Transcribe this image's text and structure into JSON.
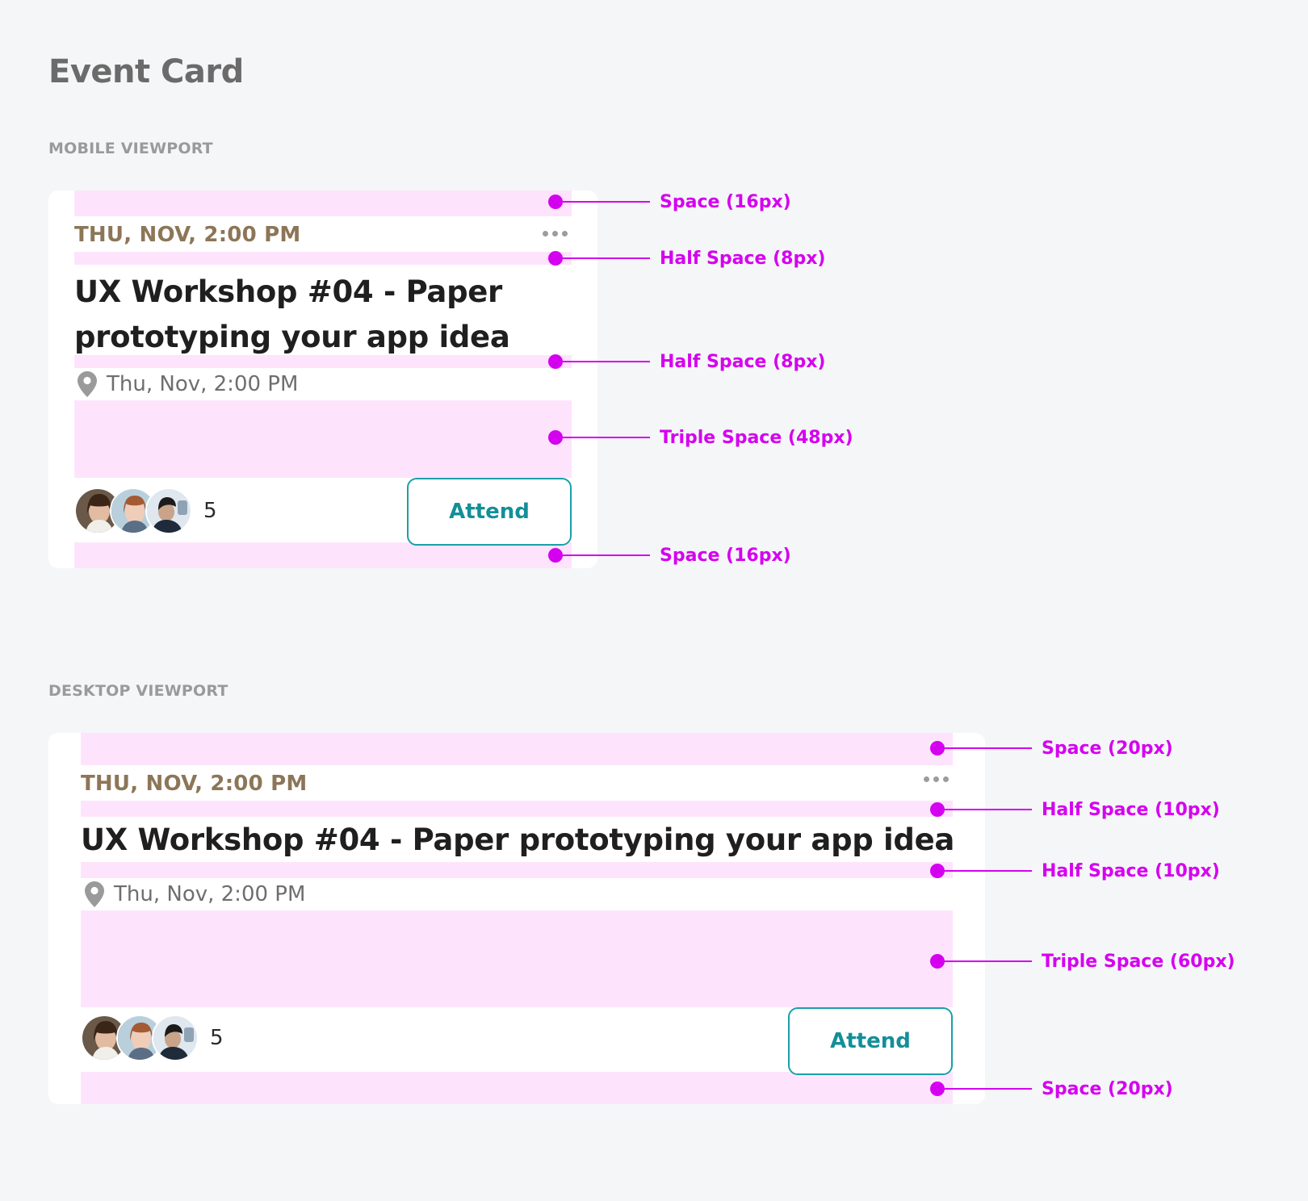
{
  "page_title": "Event Card",
  "mobile": {
    "section_label": "MOBILE VIEWPORT",
    "card": {
      "date": "THU, NOV, 2:00 PM",
      "title_line1": "UX Workshop #04 - Paper",
      "title_line2": "prototyping your app idea",
      "location": "Thu, Nov, 2:00 PM",
      "attendee_count": "5",
      "attend_label": "Attend"
    },
    "annotations": [
      "Space (16px)",
      "Half Space (8px)",
      "Half Space (8px)",
      "Triple Space (48px)",
      "Space (16px)"
    ]
  },
  "desktop": {
    "section_label": "DESKTOP VIEWPORT",
    "card": {
      "date": "THU, NOV, 2:00 PM",
      "title": "UX Workshop #04 - Paper prototyping your app idea",
      "location": "Thu, Nov, 2:00 PM",
      "attendee_count": "5",
      "attend_label": "Attend"
    },
    "annotations": [
      "Space (20px)",
      "Half Space (10px)",
      "Half Space (10px)",
      "Triple Space (60px)",
      "Space (20px)"
    ]
  },
  "colors": {
    "background": "#f5f6f7",
    "spacing_highlight": "#fde4fc",
    "annotation": "#d500f0",
    "date_text": "#8c7657",
    "attend_accent": "#1aa0a8"
  },
  "icons": [
    "more-horizontal-icon",
    "location-pin-icon"
  ]
}
